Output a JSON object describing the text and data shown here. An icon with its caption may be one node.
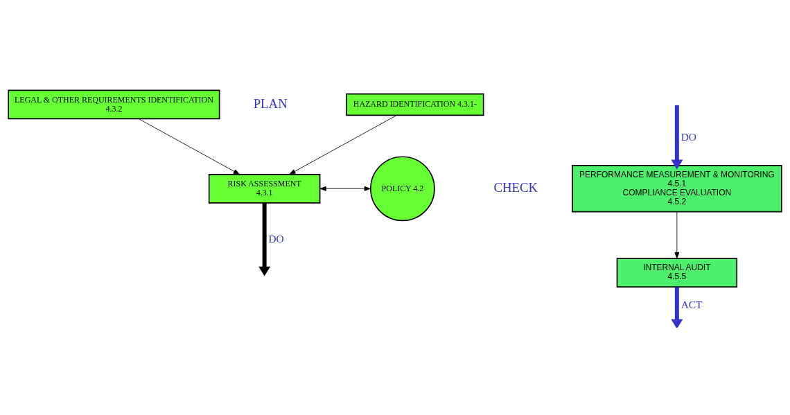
{
  "diagram": {
    "nodes": [
      {
        "text": [
          "HAZARD IDENTIFICATION 4.3.1-"
        ]
      },
      {
        "text": [
          "LEGAL & OTHER REQUIREMENTS IDENTIFICATION",
          "4.3.2"
        ]
      },
      {
        "text": [
          "RISK ASSESSMENT",
          "4.3.1"
        ]
      },
      {
        "text": [
          "POLICY 4.2"
        ]
      },
      {
        "text": [
          "PERFORMANCE MEASUREMENT & MONITORING",
          "4.5.1",
          "COMPLIANCE EVALUATION",
          "4.5.2"
        ]
      },
      {
        "text": [
          "INTERNAL AUDIT",
          "4.5.5"
        ]
      }
    ],
    "edges": [
      {
        "from": 0,
        "to": 2,
        "arrow": "to"
      },
      {
        "from": 1,
        "to": 2,
        "arrow": "to"
      },
      {
        "from": 2,
        "to": 3,
        "arrow": "both"
      },
      {
        "from": 2,
        "to": null,
        "arrow": "to",
        "label": "DO",
        "style": "thick"
      },
      {
        "from": null,
        "to": 4,
        "arrow": "to",
        "label": "DO",
        "style": "thick",
        "color": "#3333cc"
      },
      {
        "from": 4,
        "to": 5,
        "arrow": "to"
      },
      {
        "from": 5,
        "to": null,
        "arrow": "to",
        "label": "ACT",
        "style": "thick",
        "color": "#3333cc"
      }
    ],
    "labels": [
      "PLAN",
      "CHECK"
    ]
  }
}
